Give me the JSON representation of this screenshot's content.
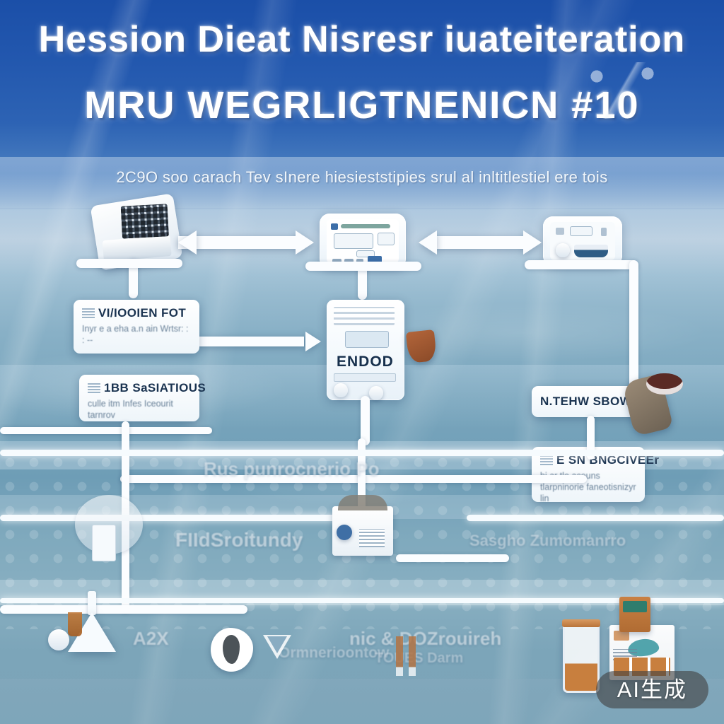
{
  "header": {
    "title_line1": "Hession Dieat Nisresr iuateiteration",
    "title_line2": "MRU WEGRLIGTNENICN  #10",
    "subtitle": "2C9O soo carach Tev sInere hiesieststipies srul al inltitlestiel ere tois"
  },
  "flow": {
    "top_nodes": [
      {
        "name": "node-device-left",
        "label": ""
      },
      {
        "name": "node-panel-center",
        "label": ""
      },
      {
        "name": "node-panel-right",
        "label": ""
      }
    ],
    "arrows": [
      {
        "name": "arrow-left-to-center",
        "direction": "right"
      },
      {
        "name": "arrow-right-to-center",
        "direction": "left"
      }
    ]
  },
  "cards": [
    {
      "name": "card-input",
      "title": "VI/IOOIEN FOT",
      "body": "Inyr e  a eha  a.n  ain\nWrtsr: :  :   --"
    },
    {
      "name": "card-observations",
      "title": "1BB SaSIATIOUS",
      "body": "culle itm  Infes\nIceourit tarnrov"
    },
    {
      "name": "card-method-shows",
      "title": "N.TEHW SBOWNS",
      "body": ""
    },
    {
      "name": "card-engine",
      "title": "E SN BNGCIVEEr",
      "body": "bi ar tle aceuns tlarpninorie\nfaneotisnizyr  lin"
    },
    {
      "name": "card-center-endod",
      "title": "ENDOD",
      "body": ""
    }
  ],
  "ghost_labels": [
    {
      "name": "ghost-row-1",
      "text": "Rus punrocnerio   Po"
    },
    {
      "name": "ghost-row-2",
      "text": "FIIdSroitundy"
    },
    {
      "name": "ghost-row-3",
      "text": "Sasgho Zumomanrro"
    },
    {
      "name": "ghost-row-4",
      "text": "A2X"
    },
    {
      "name": "ghost-row-5",
      "text": "Ormnerioontow"
    },
    {
      "name": "ghost-row-6",
      "text": "nic  &  DOZrouireh"
    },
    {
      "name": "ghost-row-7",
      "text": "TOUES   Darm"
    }
  ],
  "watermark": {
    "text": "AI生成"
  },
  "colors": {
    "bg_top": "#1b4fa8",
    "bg_mid": "#bdd0e0",
    "bg_bottom": "#7ba4b8",
    "node_fill": "#ffffff",
    "accent_brown": "#c07a3a",
    "accent_teal": "#3f9aa3",
    "watermark_bg": "#424242"
  }
}
